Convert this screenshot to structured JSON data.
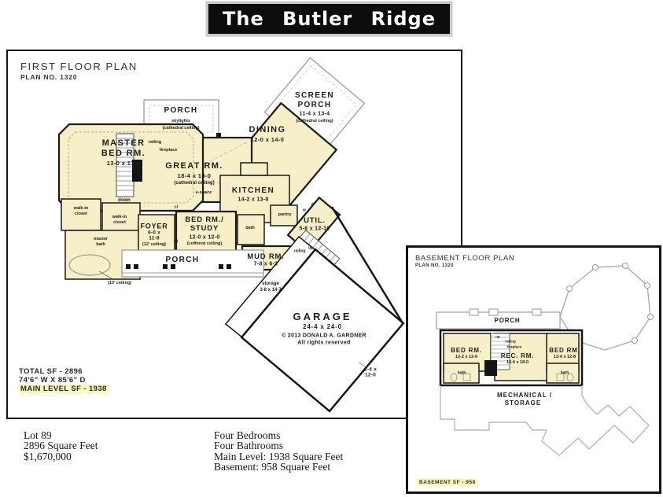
{
  "banner": {
    "title": "The Butler Ridge"
  },
  "first_floor": {
    "title": "FIRST FLOOR PLAN",
    "plan_no": "PLAN NO. 1320",
    "labels": {
      "porch_top": "PORCH",
      "skylights": "skylights",
      "cathedral": "(cathedral ceiling)",
      "screen1": "SCREEN",
      "screen2": "PORCH",
      "screen_dims": "11-4 x 13-4",
      "dining": "DINING",
      "dining_dims": "12-0 x 14-0",
      "master1": "MASTER",
      "master2": "BED RM.",
      "master_dims": "13-0 x 17-8",
      "railing": "railing",
      "fireplace": "fireplace",
      "great": "GREAT RM.",
      "great_dims": "18-4 x 18-0",
      "kitchen": "KITCHEN",
      "kitchen_dims": "14-2 x 13-8",
      "espace": "e-space",
      "down": "down",
      "walkin1": "walk-in",
      "walkin2": "closet",
      "master_bath1": "master",
      "master_bath2": "bath",
      "ceiling10": "(10' ceiling)",
      "foyer": "FOYER",
      "foyer_dims1": "6-0 x",
      "foyer_dims2": "11-8",
      "ceiling12": "(12' ceiling)",
      "cl": "cl",
      "bed_study1": "BED RM./",
      "bed_study2": "STUDY",
      "bed_study_dims": "12-0 x 12-0",
      "coffered": "(coffered ceiling)",
      "bath": "bath",
      "pantry": "pantry",
      "w": "w",
      "d": "d",
      "util": "UTIL.",
      "util_dims": "5-6 x 12-10",
      "up": "up",
      "mud": "MUD RM.",
      "mud_dims": "7-8 x 6-3",
      "porch_bottom": "PORCH",
      "storage": "storage",
      "storage_dims": "3-8 x 14-7",
      "garage": "GARAGE",
      "garage_dims": "24-4 x 24-0",
      "copyright1": "© 2013 DONALD A. GARDNER",
      "copyright2": "All rights reserved",
      "side_dims1": "2-4 x",
      "side_dims2": "12-0"
    },
    "summary": {
      "total": "TOTAL SF - 2896",
      "overall": "74'6\" W X 85'6\" D",
      "main": "MAIN LEVEL SF - 1938"
    }
  },
  "basement": {
    "title": "BASEMENT FLOOR PLAN",
    "plan_no": "PLAN NO. 1320",
    "labels": {
      "porch": "PORCH",
      "bed_left": "BED RM.",
      "bed_left_dims": "12-2 x 12-6",
      "up": "up",
      "railing": "railing",
      "fireplace": "fireplace",
      "rec": "REC. RM.",
      "rec_dims": "16-0 x 18-0",
      "bed_right": "BED RM.",
      "bed_right_dims": "13-4 x 12-8",
      "bath": "bath",
      "mech1": "MECHANICAL /",
      "mech2": "STORAGE"
    },
    "summary": "BASEMENT SF - 958"
  },
  "listing": {
    "left": [
      "Lot 89",
      "2896 Square Feet",
      "$1,670,000"
    ],
    "right": [
      "Four Bedrooms",
      "Four Bathrooms",
      "Main Level: 1938 Square Feet",
      "Basement: 958 Square Feet"
    ]
  },
  "colors": {
    "room_fill": "#f6efc7",
    "highlight": "#fcf8b8",
    "wall": "#161616",
    "banner_bg": "#0d0d0d"
  }
}
